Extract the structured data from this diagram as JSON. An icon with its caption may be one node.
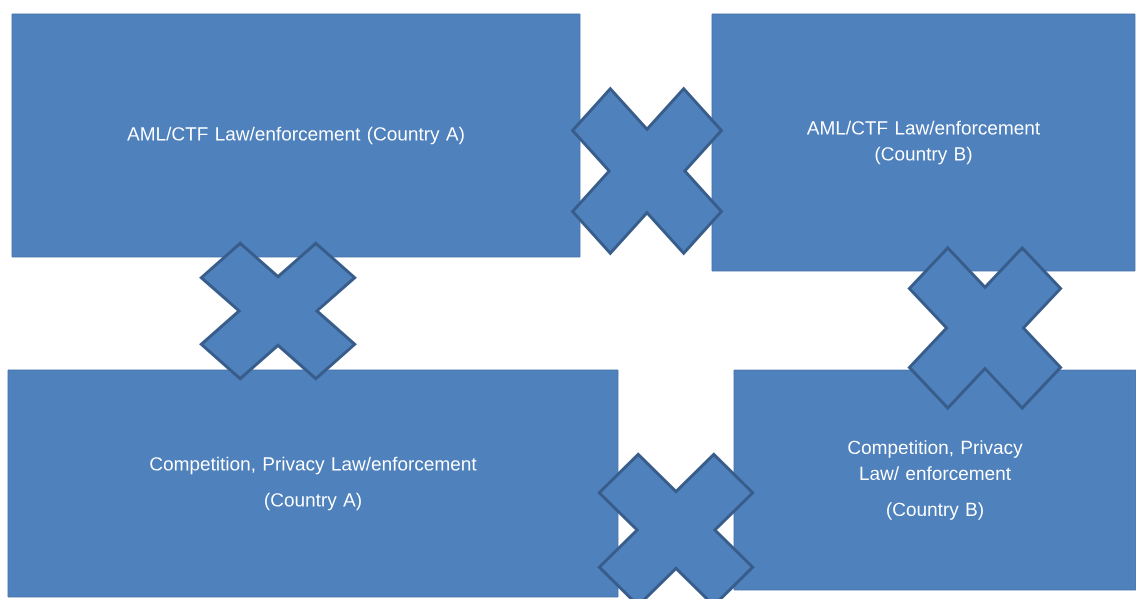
{
  "diagram": {
    "nodes": [
      {
        "text": [
          "AML/CTF Law/enforcement (Country A)"
        ]
      },
      {
        "text": [
          "AML/CTF Law/enforcement (Country B)"
        ]
      },
      {
        "text": [
          "Competition, Privacy Law/enforcement",
          "(Country A)"
        ]
      },
      {
        "text": [
          "Competition, Privacy Law/ enforcement",
          "(Country B)"
        ]
      },
      {
        "text": [],
        "shape": "cross"
      },
      {
        "text": [],
        "shape": "cross"
      },
      {
        "text": [],
        "shape": "cross"
      },
      {
        "text": [],
        "shape": "cross"
      }
    ]
  }
}
